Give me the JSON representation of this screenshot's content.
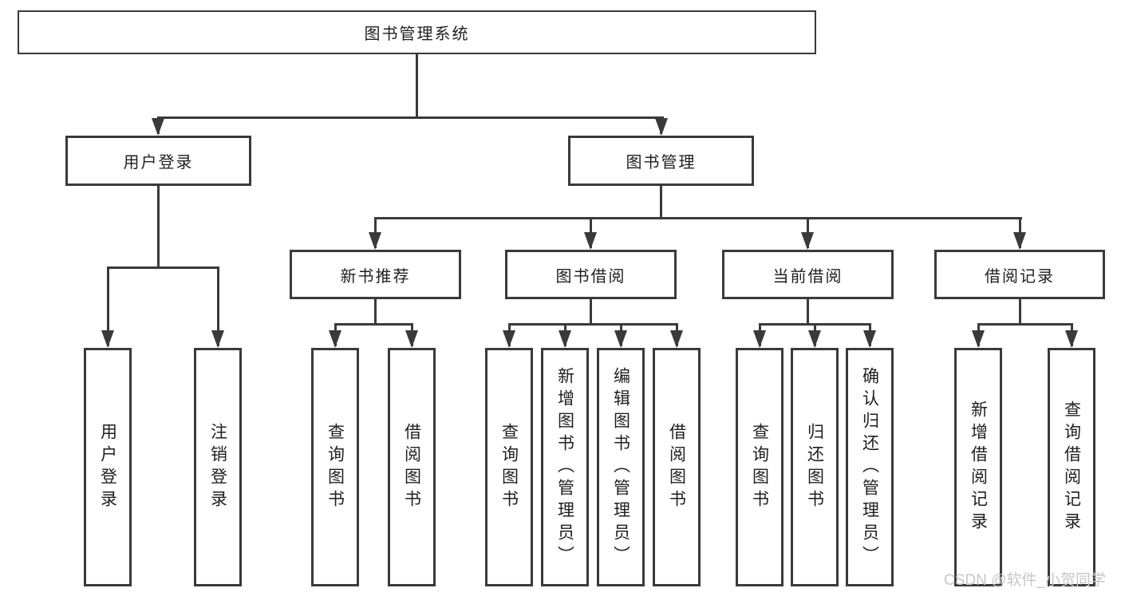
{
  "diagram": {
    "root_label": "图书管理系统",
    "level2": [
      {
        "label": "用户登录",
        "children": [
          {
            "label": "用户登录"
          },
          {
            "label": "注销登录"
          }
        ]
      },
      {
        "label": "图书管理",
        "children": [
          {
            "label": "新书推荐",
            "children": [
              {
                "label": "查询图书"
              },
              {
                "label": "借阅图书"
              }
            ]
          },
          {
            "label": "图书借阅",
            "children": [
              {
                "label": "查询图书"
              },
              {
                "label": "新增图书（管理员）"
              },
              {
                "label": "编辑图书（管理员）"
              },
              {
                "label": "借阅图书"
              }
            ]
          },
          {
            "label": "当前借阅",
            "children": [
              {
                "label": "查询图书"
              },
              {
                "label": "归还图书"
              },
              {
                "label": "确认归还（管理员）"
              }
            ]
          },
          {
            "label": "借阅记录",
            "children": [
              {
                "label": "新增借阅记录"
              },
              {
                "label": "查询借阅记录"
              }
            ]
          }
        ]
      }
    ],
    "watermark": "CSDN @软件_小贺同学",
    "colors": {
      "line": "#3a3a3a",
      "text": "#1f1f1f",
      "watermark": "#c6c6c6",
      "background": "#ffffff"
    }
  }
}
